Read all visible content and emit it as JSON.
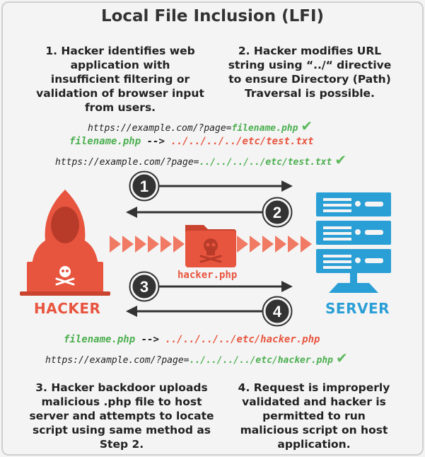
{
  "title": "Local File Inclusion (LFI)",
  "steps": {
    "s1": "1. Hacker identifies web application with insufficient filtering or validation of browser input from users.",
    "s2": "2. Hacker modifies URL string using “../“ directive to ensure Directory (Path) Traversal is possible.",
    "s3": "3. Hacker backdoor uploads malicious .php file to host server and attempts to locate script using same method as Step 2.",
    "s4": "4. Request is improperly validated and hacker is permitted to run malicious script on host application."
  },
  "urls": {
    "u1_prefix": "https://example.com/?page=",
    "u1_value": "filename.php",
    "u2_left": "filename.php",
    "u2_arrow": " --> ",
    "u2_right": "../../../../etc/test.txt",
    "u3_prefix": "https://example.com/?page=",
    "u3_value": "../../../../etc/test.txt",
    "u4_left": "filename.php",
    "u4_arrow": " --> ",
    "u4_right": "../../../../etc/hacker.php",
    "u5_prefix": "https://example.com/?page=",
    "u5_value": "../../../../etc/hacker.php",
    "check": "✔"
  },
  "numbers": [
    "1",
    "2",
    "3",
    "4"
  ],
  "labels": {
    "hacker": "HACKER",
    "server": "SERVER",
    "file": "hacker.php"
  },
  "colors": {
    "red": "#e8553f",
    "blue": "#2a9fd6",
    "green": "#4caf50",
    "dark": "#333333"
  }
}
